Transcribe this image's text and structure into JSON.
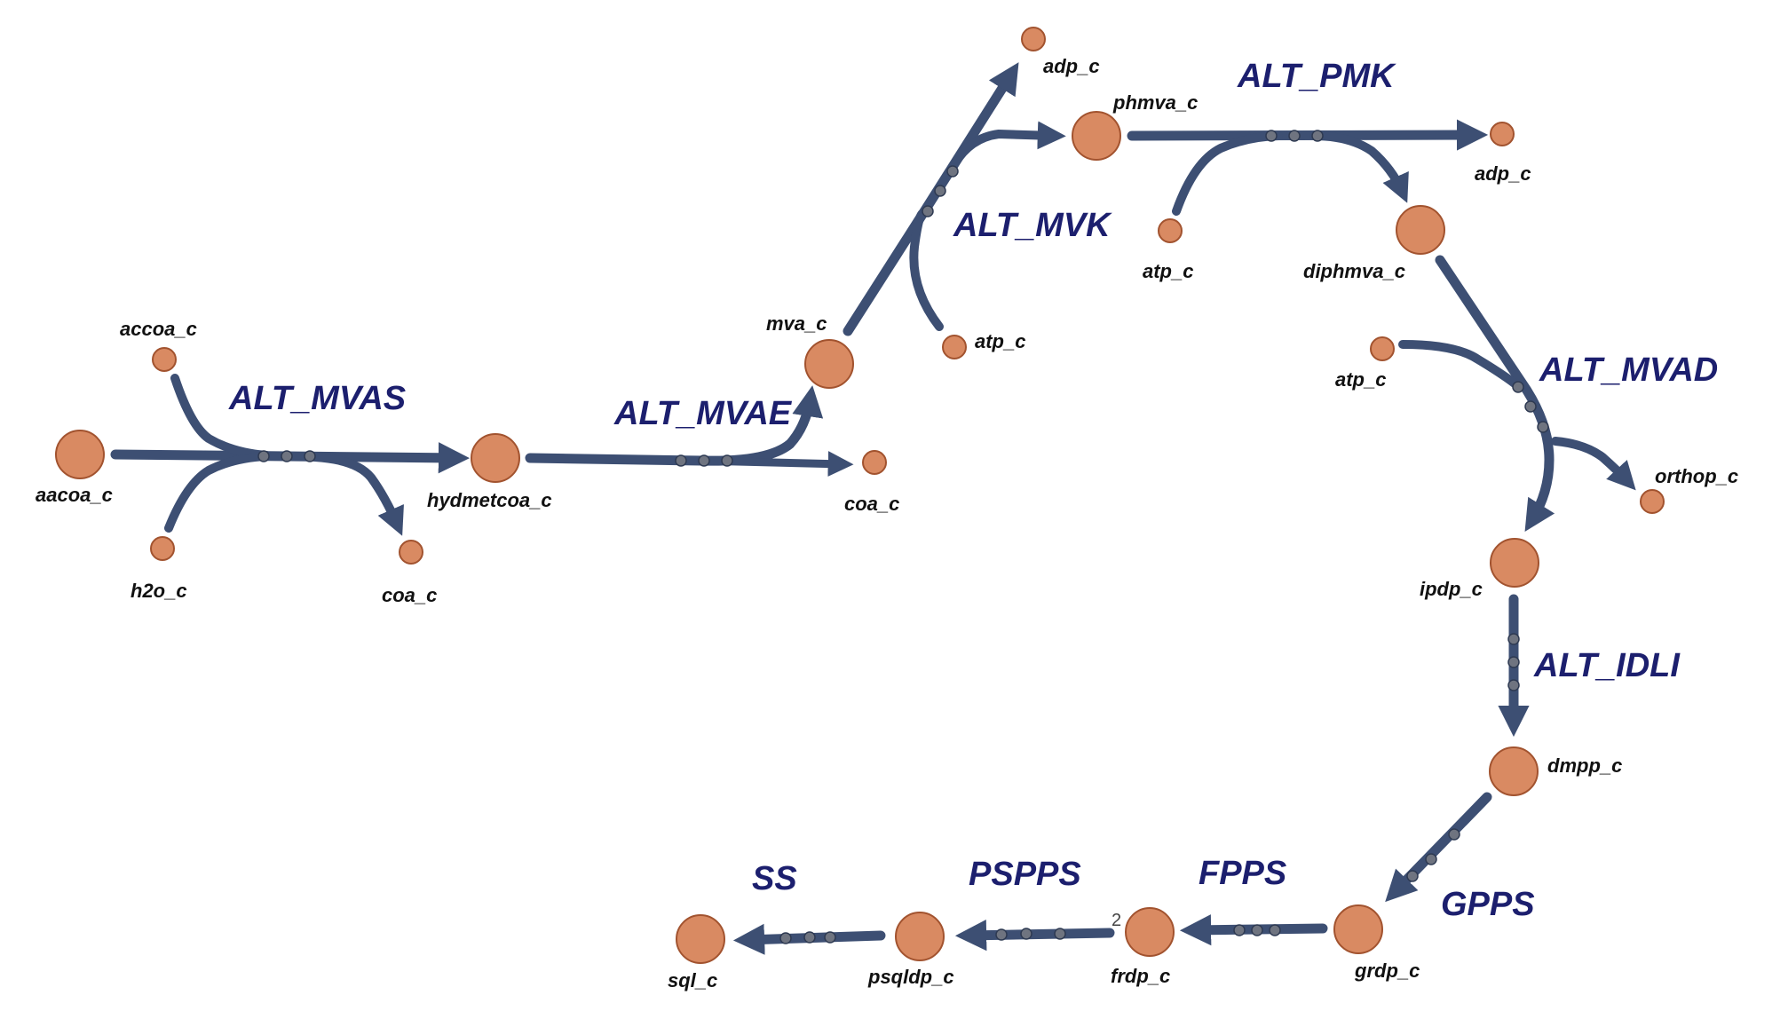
{
  "reactions": {
    "alt_mvas": "ALT_MVAS",
    "alt_mvae": "ALT_MVAE",
    "alt_mvk": "ALT_MVK",
    "alt_pmk": "ALT_PMK",
    "alt_mvad": "ALT_MVAD",
    "alt_idli": "ALT_IDLI",
    "gpps": "GPPS",
    "fpps": "FPPS",
    "pspps": "PSPPS",
    "ss": "SS"
  },
  "metabolites": {
    "aacoa": "aacoa_c",
    "accoa": "accoa_c",
    "h2o": "h2o_c",
    "coa_1": "coa_c",
    "hydmetcoa": "hydmetcoa_c",
    "coa_2": "coa_c",
    "mva": "mva_c",
    "adp_1": "adp_c",
    "atp_1": "atp_c",
    "phmva": "phmva_c",
    "atp_2": "atp_c",
    "adp_2": "adp_c",
    "diphmva": "diphmva_c",
    "atp_3": "atp_c",
    "orthop": "orthop_c",
    "ipdp": "ipdp_c",
    "dmpp": "dmpp_c",
    "grdp": "grdp_c",
    "frdp": "frdp_c",
    "psqldp": "psqldp_c",
    "sql": "sql_c"
  },
  "stoichiometry": {
    "fpps_frdp": "2"
  },
  "colors": {
    "edge": "#3d4f73",
    "node_fill": "#d98a62",
    "node_stroke": "#a2532f",
    "reaction_label": "#1c1f6e"
  }
}
